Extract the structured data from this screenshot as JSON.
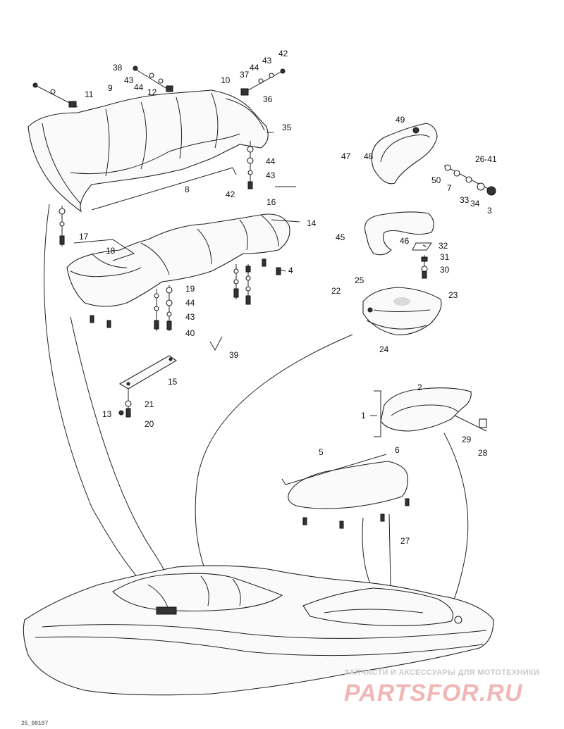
{
  "diagram": {
    "code": "25_00107",
    "callouts": [
      "1",
      "2",
      "3",
      "4",
      "5",
      "6",
      "7",
      "8",
      "9",
      "10",
      "11",
      "12",
      "13",
      "15",
      "14",
      "16",
      "17",
      "18",
      "19",
      "20",
      "21",
      "22",
      "23",
      "24",
      "25",
      "26-41",
      "27",
      "28",
      "29",
      "30",
      "31",
      "32",
      "33",
      "34",
      "35",
      "36",
      "37",
      "38",
      "39",
      "40",
      "42",
      "43",
      "44",
      "45",
      "46",
      "47",
      "48",
      "49",
      "50"
    ]
  },
  "watermark": {
    "tagline": "ЗАПЧАСТИ И АКСЕССУАРЫ ДЛЯ МОТОТЕХНИКИ",
    "brand": "PARTSFOR.RU"
  }
}
